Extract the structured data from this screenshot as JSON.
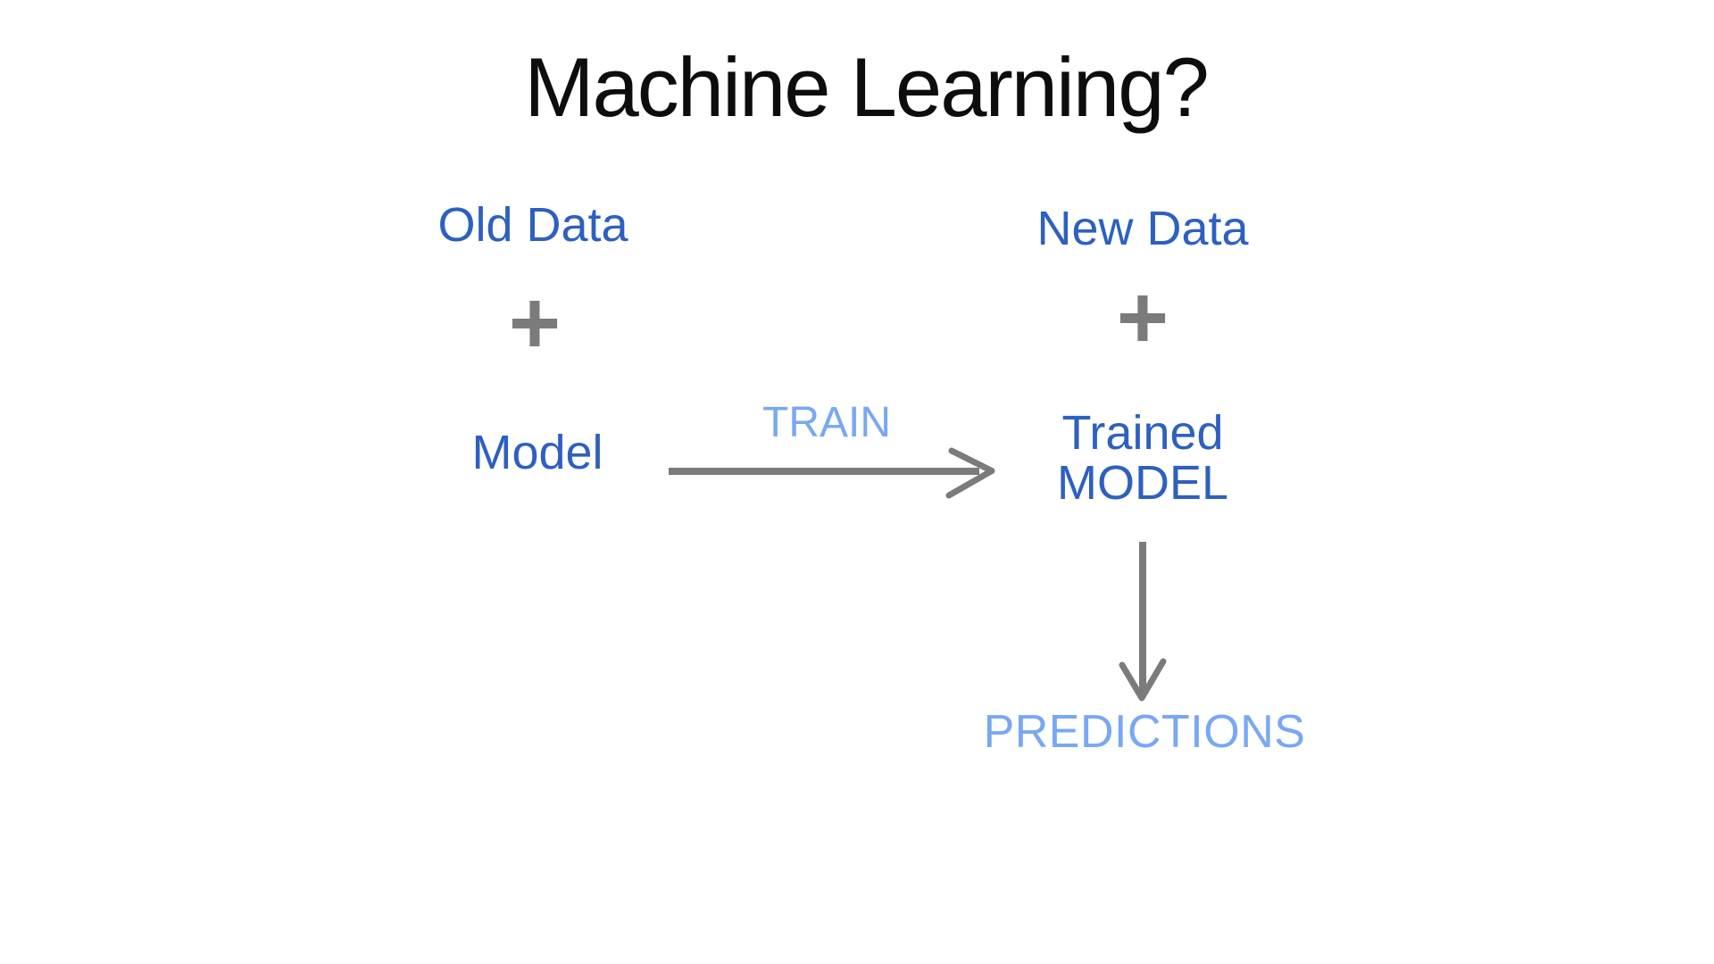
{
  "slide": {
    "title": "Machine Learning?",
    "background_color": "#ffffff"
  },
  "colors": {
    "title_text": "#0d0d0d",
    "label_blue": "#2d60c0",
    "accent_light_blue": "#78a8f3",
    "arrow_gray": "#7b7b7b"
  },
  "training_flow": {
    "data_label": "Old Data",
    "plus_symbol": "+",
    "model_label": "Model",
    "arrow_label": "TRAIN",
    "arrow_icon": "right-arrow-icon"
  },
  "inference_flow": {
    "data_label": "New Data",
    "plus_symbol": "+",
    "trained_model_line1": "Trained",
    "trained_model_line2": "MODEL",
    "arrow_icon": "down-arrow-icon",
    "output_label": "PREDICTIONS"
  }
}
